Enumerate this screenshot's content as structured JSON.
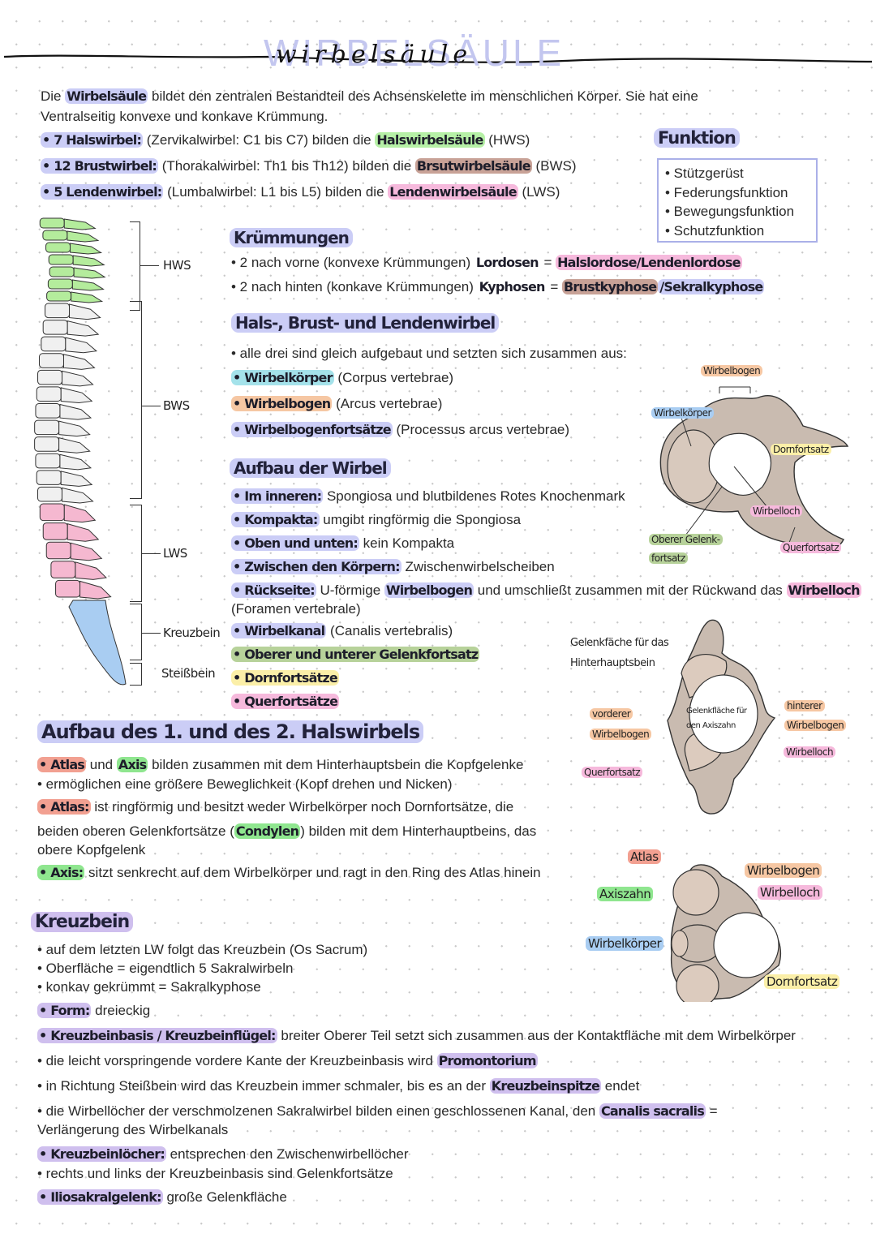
{
  "title": {
    "print": "WIRBELSÄULE",
    "script": "wirbelsäule"
  },
  "highlight_colors": {
    "lav": "#cbcdf6",
    "green": "#b6f0a6",
    "brown": "#c8a297",
    "pink": "#f6b9dc",
    "teal": "#a4e2ea",
    "orange": "#f6c7a3",
    "yellow": "#fbefa8",
    "coral": "#f2a091",
    "axis": "#8fe68f",
    "olive": "#b7d29a",
    "purple": "#cfbfee",
    "blue": "#a9cdf2",
    "none": "transparent"
  },
  "bone_color": "#c9bbb0",
  "intro": [
    {
      "parts": [
        {
          "t": "Die "
        },
        {
          "t": "Wirbelsäule",
          "hl": "lav"
        },
        {
          "t": " bildet den zentralen Bestandteil des Achsenskelette im menschlichen Körper. Sie hat eine"
        }
      ]
    },
    {
      "parts": [
        {
          "t": "Ventralseitig konvexe und konkave Krümmung."
        }
      ]
    },
    {
      "parts": [
        {
          "t": "• 7 Halswirbel:",
          "hl": "lav"
        },
        {
          "t": " (Zervikalwirbel: C1 bis C7) bilden die "
        },
        {
          "t": "Halswirbelsäule",
          "hl": "green"
        },
        {
          "t": " (HWS)"
        }
      ]
    },
    {
      "parts": [
        {
          "t": "• 12 Brustwirbel:",
          "hl": "lav"
        },
        {
          "t": " (Thorakalwirbel: Th1 bis Th12) bilden die "
        },
        {
          "t": "Brsutwirbelsäule",
          "hl": "brown"
        },
        {
          "t": " (BWS)"
        }
      ]
    },
    {
      "parts": [
        {
          "t": "• 5 Lendenwirbel:",
          "hl": "lav"
        },
        {
          "t": " (Lumbalwirbel: L1 bis L5) bilden die "
        },
        {
          "t": "Lendenwirbelsäule",
          "hl": "pink"
        },
        {
          "t": " (LWS)"
        }
      ]
    }
  ],
  "funktion": {
    "heading": "Funktion",
    "items": [
      "• Stützgerüst",
      "• Federungsfunktion",
      "• Bewegungsfunktion",
      "• Schutzfunktion"
    ]
  },
  "spine_labels": [
    "HWS",
    "BWS",
    "LWS",
    "Kreuzbein",
    "Steißbein"
  ],
  "kruemmungen": {
    "heading": "Krümmungen",
    "lines": [
      {
        "parts": [
          {
            "t": "• 2 nach vorne (konvexe Krümmungen) "
          },
          {
            "t": "Lordosen",
            "hl": "none"
          },
          {
            "t": " = "
          },
          {
            "t": "Halslordose/Lendenlordose",
            "hl": "pink"
          }
        ]
      },
      {
        "parts": [
          {
            "t": "• 2 nach hinten (konkave Krümmungen) "
          },
          {
            "t": "Kyphosen",
            "hl": "none"
          },
          {
            "t": " = "
          },
          {
            "t": "Brustkyphose",
            "hl": "brown"
          },
          {
            "t": "/Sekralkyphose",
            "hl": "lav"
          }
        ]
      }
    ]
  },
  "hbl": {
    "heading": "Hals-, Brust- und Lendenwirbel",
    "lines": [
      {
        "parts": [
          {
            "t": "• alle drei sind gleich aufgebaut und setzten sich zusammen aus:"
          }
        ]
      },
      {
        "parts": [
          {
            "t": "• Wirbelkörper",
            "hl": "teal"
          },
          {
            "t": " (Corpus vertebrae)"
          }
        ]
      },
      {
        "parts": [
          {
            "t": "• Wirbelbogen",
            "hl": "orange"
          },
          {
            "t": " (Arcus vertebrae)"
          }
        ]
      },
      {
        "parts": [
          {
            "t": "• Wirbelbogenfortsätze",
            "hl": "lav"
          },
          {
            "t": " (Processus arcus vertebrae)"
          }
        ]
      }
    ]
  },
  "aufbau": {
    "heading": "Aufbau der Wirbel",
    "lines": [
      {
        "parts": [
          {
            "t": "• Im inneren:",
            "hl": "lav"
          },
          {
            "t": " Spongiosa und blutbildenes Rotes Knochenmark"
          }
        ]
      },
      {
        "parts": [
          {
            "t": "• Kompakta:",
            "hl": "lav"
          },
          {
            "t": " umgibt ringförmig die Spongiosa"
          }
        ]
      },
      {
        "parts": [
          {
            "t": "• Oben und unten:",
            "hl": "lav"
          },
          {
            "t": " kein Kompakta"
          }
        ]
      },
      {
        "parts": [
          {
            "t": "• Zwischen den Körpern:",
            "hl": "lav"
          },
          {
            "t": " Zwischenwirbelscheiben"
          }
        ]
      },
      {
        "parts": [
          {
            "t": "• Rückseite:",
            "hl": "lav"
          },
          {
            "t": " U-förmige "
          },
          {
            "t": "Wirbelbogen",
            "hl": "lav"
          },
          {
            "t": " und umschließt zusammen mit der Rückwand das "
          },
          {
            "t": "Wirbelloch",
            "hl": "pink"
          }
        ]
      },
      {
        "parts": [
          {
            "t": "(Foramen vertebrale)"
          }
        ]
      },
      {
        "parts": [
          {
            "t": "• Wirbelkanal",
            "hl": "lav"
          },
          {
            "t": " (Canalis vertebralis)"
          }
        ]
      },
      {
        "parts": [
          {
            "t": "• Oberer und unterer Gelenkfortsatz",
            "hl": "olive"
          }
        ]
      },
      {
        "parts": [
          {
            "t": "• Dornfortsätze",
            "hl": "yellow"
          }
        ]
      },
      {
        "parts": [
          {
            "t": "• Querfortsätze",
            "hl": "pink"
          }
        ]
      }
    ]
  },
  "diagram_vertebra": {
    "labels": [
      {
        "t": "Wirbelbogen",
        "hl": "orange"
      },
      {
        "t": "Wirbelkörper",
        "hl": "blue"
      },
      {
        "t": "Dornfortsatz",
        "hl": "yellow"
      },
      {
        "t": "Wirbelloch",
        "hl": "pink"
      },
      {
        "t": "Oberer Gelenk-",
        "hl": "olive"
      },
      {
        "t": "fortsatz",
        "hl": "olive"
      },
      {
        "t": "Querfortsatz",
        "hl": "pink"
      }
    ]
  },
  "halswirbel": {
    "heading": "Aufbau des 1. und des 2. Halswirbels",
    "lines": [
      {
        "parts": [
          {
            "t": "• Atlas",
            "hl": "coral"
          },
          {
            "t": " und "
          },
          {
            "t": "Axis",
            "hl": "axis"
          },
          {
            "t": " bilden zusammen mit dem Hinterhauptsbein die Kopfgelenke"
          }
        ]
      },
      {
        "parts": [
          {
            "t": "• ermöglichen eine größere Beweglichkeit (Kopf drehen und Nicken)"
          }
        ]
      },
      {
        "parts": [
          {
            "t": "• Atlas:",
            "hl": "coral"
          },
          {
            "t": " ist ringförmig und besitzt weder Wirbelkörper noch Dornfortsätze, die"
          }
        ]
      },
      {
        "parts": [
          {
            "t": "beiden oberen Gelenkfortsätze ("
          },
          {
            "t": "Condylen",
            "hl": "axis"
          },
          {
            "t": ") bilden mit dem Hinterhauptbeins, das"
          }
        ]
      },
      {
        "parts": [
          {
            "t": "obere Kopfgelenk"
          }
        ]
      },
      {
        "parts": [
          {
            "t": "• Axis:",
            "hl": "axis"
          },
          {
            "t": " sitzt senkrecht auf dem Wirbelkörper und ragt in den Ring des Atlas hinein"
          }
        ]
      }
    ]
  },
  "diagram_atlas": {
    "labels": [
      {
        "t": "Gelenkfäche für das",
        "hl": "none"
      },
      {
        "t": "Hinterhauptsbein",
        "hl": "none"
      },
      {
        "t": "vorderer",
        "hl": "orange"
      },
      {
        "t": "Wirbelbogen",
        "hl": "orange"
      },
      {
        "t": "Gelenkfläche für",
        "hl": "none"
      },
      {
        "t": "den Axiszahn",
        "hl": "none"
      },
      {
        "t": "hinterer",
        "hl": "orange"
      },
      {
        "t": "Wirbelbogen",
        "hl": "orange"
      },
      {
        "t": "Wirbelloch",
        "hl": "pink"
      },
      {
        "t": "Querfortsatz",
        "hl": "pink"
      }
    ]
  },
  "diagram_axis": {
    "labels": [
      {
        "t": "Atlas",
        "hl": "coral"
      },
      {
        "t": "Axiszahn",
        "hl": "axis"
      },
      {
        "t": "Wirbelkörper",
        "hl": "blue"
      },
      {
        "t": "Wirbelbogen",
        "hl": "orange"
      },
      {
        "t": "Wirbelloch",
        "hl": "pink"
      },
      {
        "t": "Dornfortsatz",
        "hl": "yellow"
      }
    ]
  },
  "kreuzbein": {
    "heading": "Kreuzbein",
    "lines": [
      {
        "parts": [
          {
            "t": "• auf dem letzten LW folgt das Kreuzbein (Os Sacrum)"
          }
        ]
      },
      {
        "parts": [
          {
            "t": "• Oberfläche = eigendtlich 5 Sakralwirbeln"
          }
        ]
      },
      {
        "parts": [
          {
            "t": "• konkav gekrümmt = Sakralkyphose"
          }
        ]
      },
      {
        "parts": [
          {
            "t": "• Form:",
            "hl": "purple"
          },
          {
            "t": " dreieckig"
          }
        ]
      },
      {
        "parts": [
          {
            "t": "• Kreuzbeinbasis / Kreuzbeinflügel:",
            "hl": "purple"
          },
          {
            "t": " breiter Oberer Teil setzt sich zusammen aus der Kontaktfläche mit dem Wirbelkörper"
          }
        ]
      },
      {
        "parts": [
          {
            "t": "• die leicht vorspringende vordere Kante der Kreuzbeinbasis wird "
          },
          {
            "t": "Promontorium",
            "hl": "purple"
          }
        ]
      },
      {
        "parts": [
          {
            "t": "• in Richtung Steißbein wird das Kreuzbein immer schmaler, bis es an der "
          },
          {
            "t": "Kreuzbeinspitze",
            "hl": "purple"
          },
          {
            "t": " endet"
          }
        ]
      },
      {
        "parts": [
          {
            "t": "• die Wirbellöcher der verschmolzenen Sakralwirbel bilden einen geschlossenen Kanal, den "
          },
          {
            "t": "Canalis sacralis",
            "hl": "purple"
          },
          {
            "t": " ="
          }
        ]
      },
      {
        "parts": [
          {
            "t": "Verlängerung des Wirbelkanals"
          }
        ]
      },
      {
        "parts": [
          {
            "t": "• Kreuzbeinlöcher:",
            "hl": "purple"
          },
          {
            "t": " entsprechen den Zwischenwirbellöcher"
          }
        ]
      },
      {
        "parts": [
          {
            "t": "• rechts und links der Kreuzbeinbasis sind Gelenkfortsätze"
          }
        ]
      },
      {
        "parts": [
          {
            "t": "• Iliosakralgelenk:",
            "hl": "purple"
          },
          {
            "t": " große Gelenkfläche"
          }
        ]
      }
    ]
  }
}
